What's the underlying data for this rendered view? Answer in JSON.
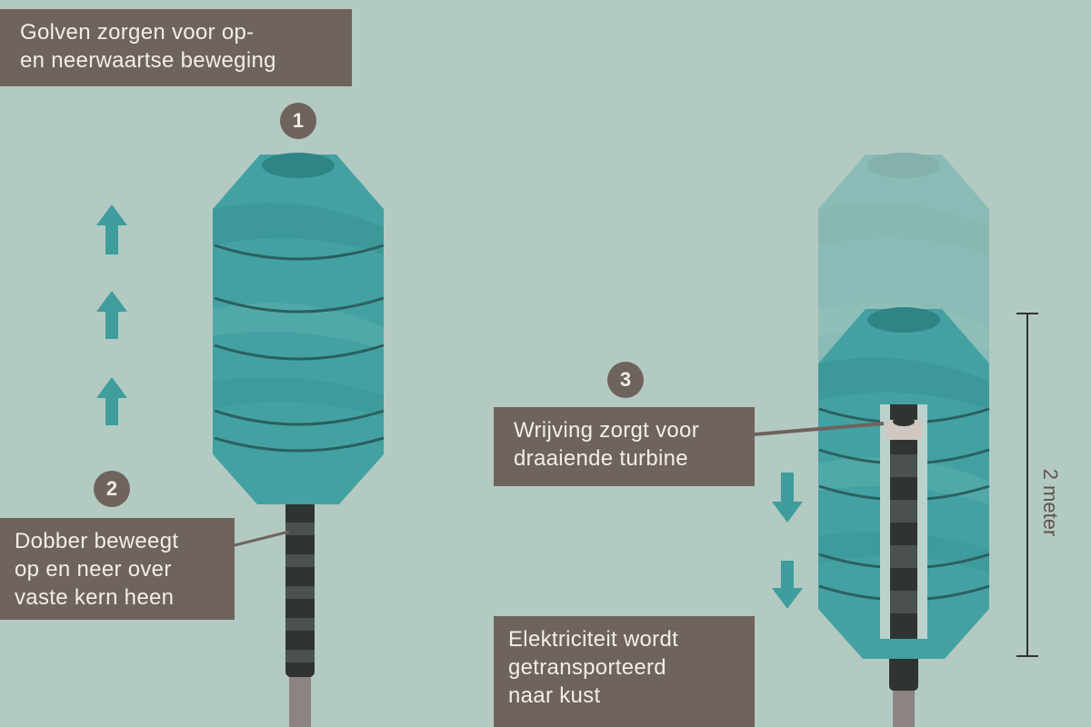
{
  "steps": [
    {
      "number": "1",
      "label": "Golven zorgen voor op-\nen  neerwaartse beweging"
    },
    {
      "number": "2",
      "label": "Dobber beweegt\nop  en neer over\nvaste kern heen"
    },
    {
      "number": "3",
      "label": "Wrijving zorgt voor\ndraaiende turbine"
    }
  ],
  "output_label": "Elektriciteit wordt\ngetransporteerd\nnaar kust",
  "scale": {
    "label": "2 meter"
  },
  "colors": {
    "background": "#b3cac2",
    "label_bg": "#6f635d",
    "teal": "#3f9d9d",
    "rod": "#2f3432"
  }
}
